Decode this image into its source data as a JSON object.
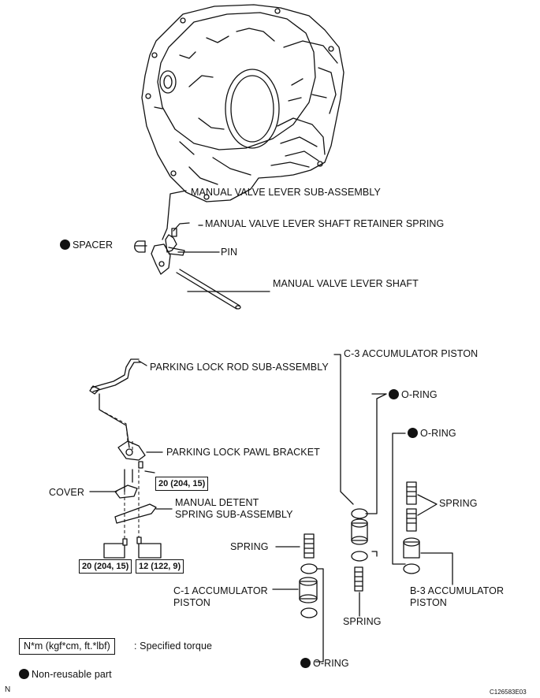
{
  "labels": {
    "manual_valve_lever": "MANUAL VALVE LEVER SUB-ASSEMBLY",
    "retainer_spring": "MANUAL VALVE LEVER SHAFT RETAINER SPRING",
    "spacer": "SPACER",
    "pin": "PIN",
    "lever_shaft": "MANUAL VALVE LEVER SHAFT",
    "parking_lock_rod": "PARKING LOCK ROD SUB-ASSEMBLY",
    "parking_pawl_bracket": "PARKING LOCK PAWL BRACKET",
    "cover": "COVER",
    "detent_spring_1": "MANUAL DETENT",
    "detent_spring_2": "SPRING SUB-ASSEMBLY",
    "c3_piston": "C-3 ACCUMULATOR PISTON",
    "oring_c3": "O-RING",
    "oring_b3": "O-RING",
    "spring_b3": "SPRING",
    "spring_c1": "SPRING",
    "c1_piston_1": "C-1 ACCUMULATOR",
    "c1_piston_2": "PISTON",
    "b3_piston_1": "B-3 ACCUMULATOR",
    "b3_piston_2": "PISTON",
    "spring_c3": "SPRING",
    "oring_c1": "O-RING"
  },
  "torques": {
    "bracket": "20 (204, 15)",
    "detent_left": "20 (204, 15)",
    "detent_right": "12 (122, 9)"
  },
  "legend": {
    "torque_box": "N*m (kgf*cm, ft.*lbf)",
    "torque_desc": ": Specified torque",
    "nonreusable": "Non-reusable part"
  },
  "footer": {
    "north": "N",
    "code": "C126583E03"
  },
  "colors": {
    "ink": "#111111",
    "background": "#ffffff"
  }
}
